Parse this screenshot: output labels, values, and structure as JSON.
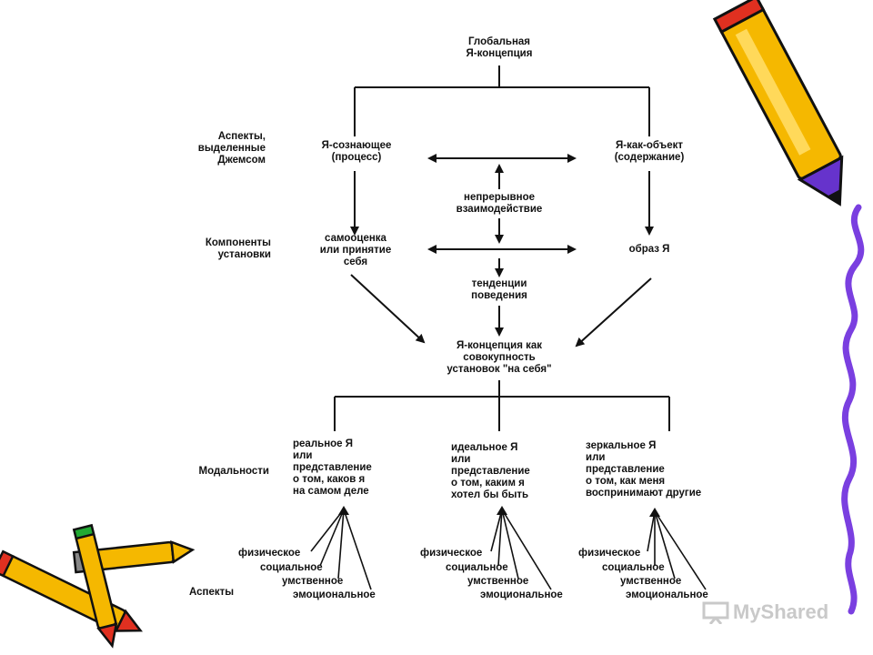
{
  "diagram": {
    "root": "Глобальная\nЯ-концепция",
    "left_labels": {
      "aspects_james": "Аспекты,\nвыделенные\nДжемсом",
      "components": "Компоненты\nустановки",
      "modalities": "Модальности",
      "aspects": "Аспекты"
    },
    "self_knowing": "Я-сознающее\n(процесс)",
    "self_object": "Я-как-объект\n(содержание)",
    "interaction": "непрерывное\nвзаимодействие",
    "self_esteem": "самооценка\nили принятие\nсебя",
    "self_image": "образ Я",
    "behavior": "тенденции\nповедения",
    "concept_total": "Я-концепция как\nсовокупность\nустановок \"на себя\"",
    "modalities": [
      "реальное Я\nили\nпредставление\nо том, каков я\nна самом деле",
      "идеальное Я\nили\nпредставление\nо том, каким я\nхотел бы быть",
      "зеркальное Я\nили\nпредставление\nо том, как меня\nвоспринимают другие"
    ],
    "aspect_items": [
      "физическое",
      "социальное",
      "умственное",
      "эмоциональное"
    ]
  },
  "watermark": {
    "text": "MyShared"
  },
  "colors": {
    "pencil_yellow": "#f5b800",
    "pencil_purple": "#6633cc",
    "wave_purple": "#7a3fe0",
    "pencil_red": "#e03020",
    "pencil_green": "#22aa33"
  }
}
